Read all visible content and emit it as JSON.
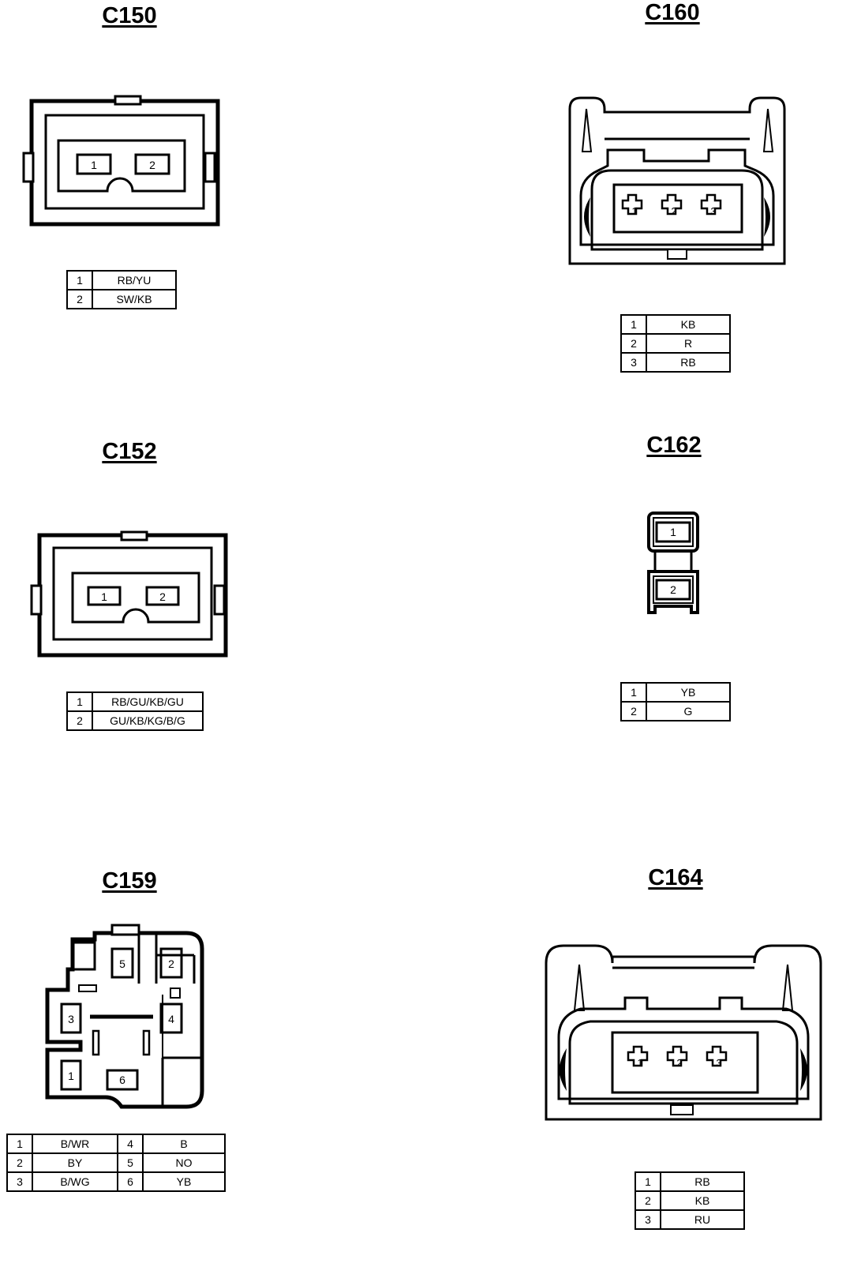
{
  "connectors": {
    "c150": {
      "title": "C150",
      "pins": [
        {
          "n": "1",
          "wire": "RB/YU"
        },
        {
          "n": "2",
          "wire": "SW/KB"
        }
      ]
    },
    "c160": {
      "title": "C160",
      "pins": [
        {
          "n": "1",
          "wire": "KB"
        },
        {
          "n": "2",
          "wire": "R"
        },
        {
          "n": "3",
          "wire": "RB"
        }
      ]
    },
    "c152": {
      "title": "C152",
      "pins": [
        {
          "n": "1",
          "wire": "RB/GU/KB/GU"
        },
        {
          "n": "2",
          "wire": "GU/KB/KG/B/G"
        }
      ]
    },
    "c162": {
      "title": "C162",
      "pins": [
        {
          "n": "1",
          "wire": "YB"
        },
        {
          "n": "2",
          "wire": "G"
        }
      ]
    },
    "c159": {
      "title": "C159",
      "pins": [
        {
          "n": "1",
          "wire": "B/WR"
        },
        {
          "n": "2",
          "wire": "BY"
        },
        {
          "n": "3",
          "wire": "B/WG"
        },
        {
          "n": "4",
          "wire": "B"
        },
        {
          "n": "5",
          "wire": "NO"
        },
        {
          "n": "6",
          "wire": "YB"
        }
      ]
    },
    "c164": {
      "title": "C164",
      "pins": [
        {
          "n": "1",
          "wire": "RB"
        },
        {
          "n": "2",
          "wire": "KB"
        },
        {
          "n": "3",
          "wire": "RU"
        }
      ]
    }
  }
}
